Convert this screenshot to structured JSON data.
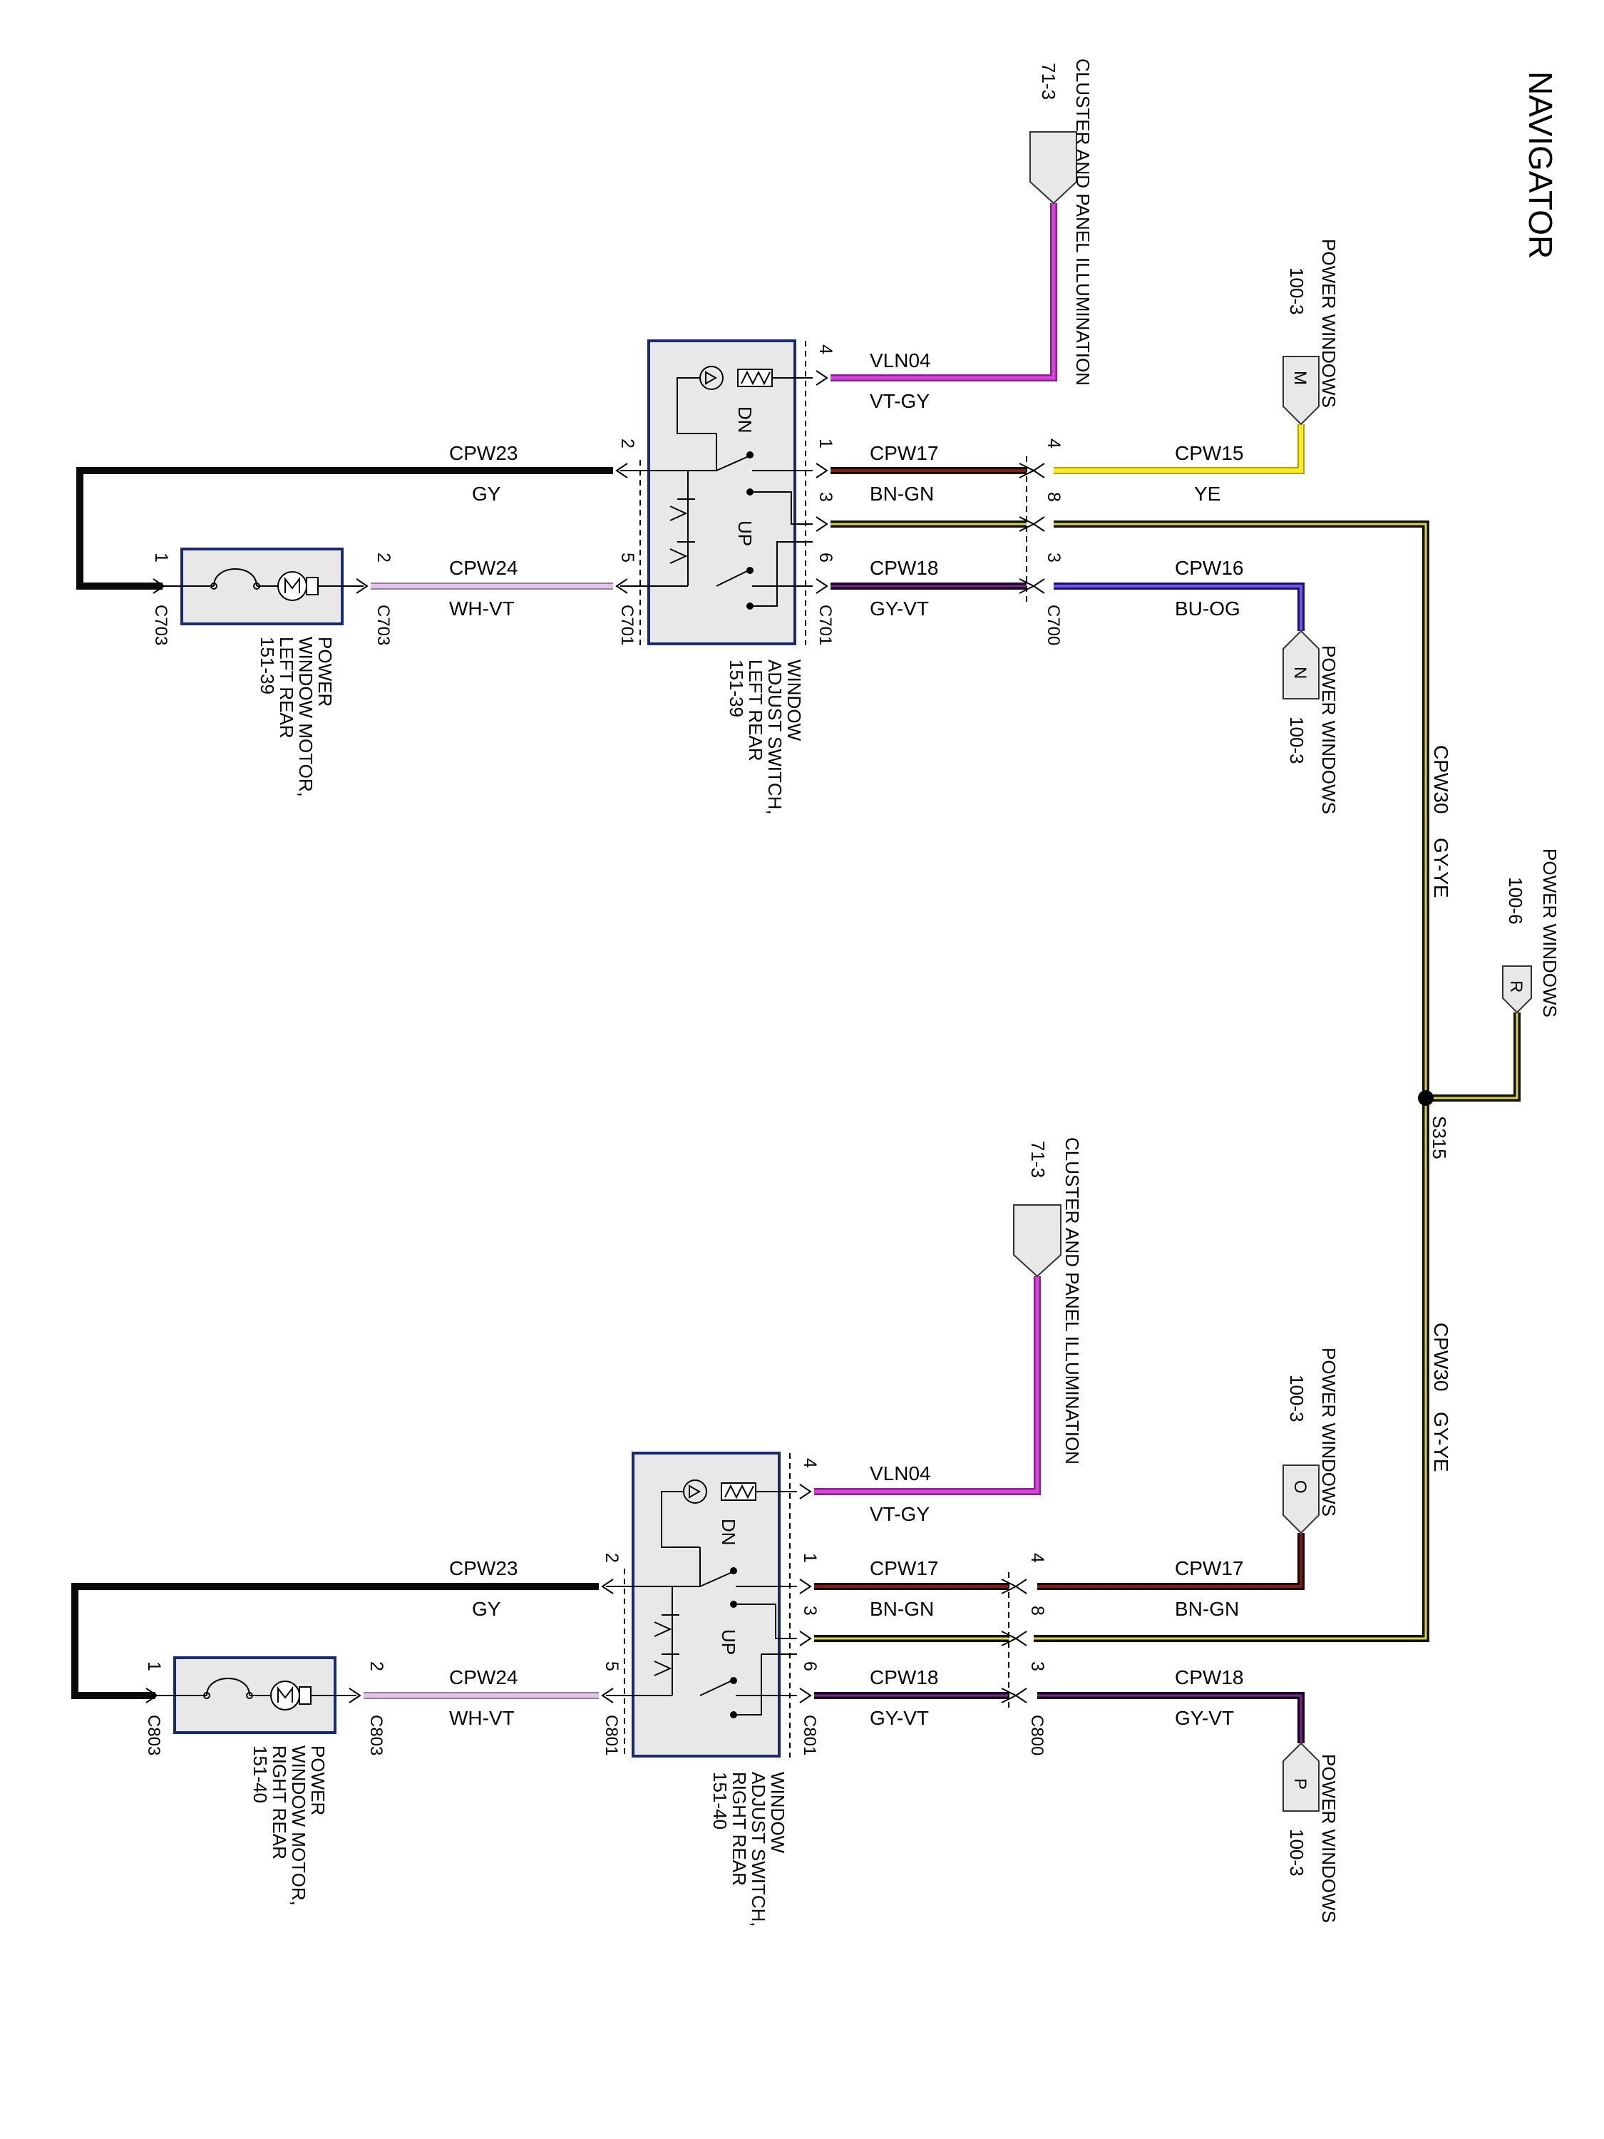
{
  "title": "NAVIGATOR",
  "colors": {
    "GY": "#111111",
    "VT-GY": "#b22fb8",
    "BN-GN": "#4a1512",
    "GY-YE": "#1a1a00",
    "GY-VT": "#3a1340",
    "YE": "#f5e620",
    "BU-OG": "#3b2fb6",
    "WH-VT": "#e0b8ee"
  },
  "references": {
    "cluster_label": "CLUSTER AND PANEL ILLUMINATION",
    "cluster_page": "71-3",
    "pw_label": "POWER WINDOWS",
    "pw_page_a": "100-3",
    "pw_page_b": "100-6",
    "term_m": "M",
    "term_n": "N",
    "term_r": "R",
    "term_o": "O",
    "term_p": "P"
  },
  "trunk": {
    "circuit": "CPW30",
    "color": "GY-YE",
    "splice": "S315"
  },
  "left_rear": {
    "switch_label_1": "WINDOW",
    "switch_label_2": "ADJUST SWITCH,",
    "switch_label_3": "LEFT REAR",
    "switch_page": "151-39",
    "motor_label_1": "POWER",
    "motor_label_2": "WINDOW MOTOR,",
    "motor_label_3": "LEFT REAR",
    "motor_page": "151-39",
    "conn_switch": "C701",
    "conn_inline": "C700",
    "conn_motor": "C703",
    "wires": {
      "illum": {
        "circuit": "VLN04",
        "color": "VT-GY",
        "pin": "4"
      },
      "a": {
        "circuit": "CPW17",
        "color": "BN-GN",
        "pin_sw": "1",
        "pin_in": "4",
        "far_circuit": "CPW15",
        "far_color": "YE"
      },
      "b": {
        "pin_sw": "3",
        "pin_in": "8"
      },
      "c": {
        "circuit": "CPW18",
        "color": "GY-VT",
        "pin_sw": "6",
        "pin_in": "3",
        "far_circuit": "CPW16",
        "far_color": "BU-OG"
      },
      "gy": {
        "circuit": "CPW23",
        "color": "GY",
        "pin_sw": "2",
        "pin_motor": "1"
      },
      "wv": {
        "circuit": "CPW24",
        "color": "WH-VT",
        "pin_sw": "5",
        "pin_motor": "2"
      }
    }
  },
  "right_rear": {
    "switch_label_1": "WINDOW",
    "switch_label_2": "ADJUST SWITCH,",
    "switch_label_3": "RIGHT REAR",
    "switch_page": "151-40",
    "motor_label_1": "POWER",
    "motor_label_2": "WINDOW MOTOR,",
    "motor_label_3": "RIGHT REAR",
    "motor_page": "151-40",
    "conn_switch": "C801",
    "conn_inline": "C800",
    "conn_motor": "C803",
    "wires": {
      "illum": {
        "circuit": "VLN04",
        "color": "VT-GY",
        "pin": "4"
      },
      "a": {
        "circuit": "CPW17",
        "color": "BN-GN",
        "pin_sw": "1",
        "pin_in": "4",
        "far_circuit": "CPW17",
        "far_color": "BN-GN"
      },
      "b": {
        "pin_sw": "3",
        "pin_in": "8"
      },
      "c": {
        "circuit": "CPW18",
        "color": "GY-VT",
        "pin_sw": "6",
        "pin_in": "3",
        "far_circuit": "CPW18",
        "far_color": "GY-VT"
      },
      "gy": {
        "circuit": "CPW23",
        "color": "GY",
        "pin_sw": "2",
        "pin_motor": "1"
      },
      "wv": {
        "circuit": "CPW24",
        "color": "WH-VT",
        "pin_sw": "5",
        "pin_motor": "2"
      }
    }
  },
  "switch_text": {
    "dn": "DN",
    "up": "UP"
  }
}
